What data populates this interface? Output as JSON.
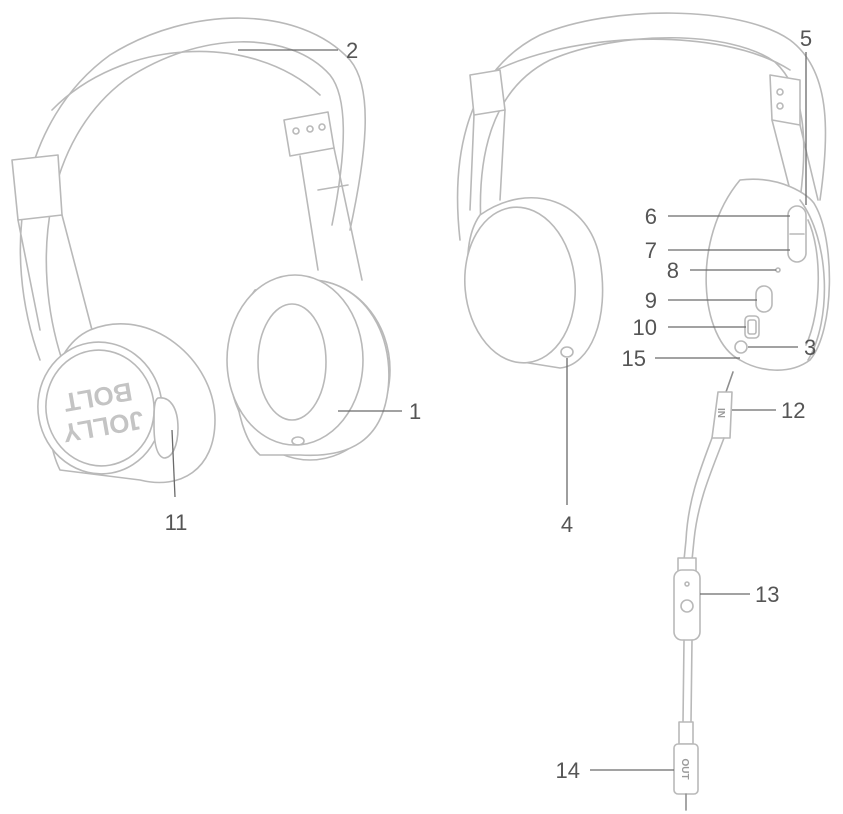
{
  "figure": {
    "logo_text_line1": "JOLLY",
    "logo_text_line2": "BOLT",
    "plug_in_text": "IN",
    "plug_out_text": "OUT"
  },
  "callouts": [
    {
      "id": "1",
      "label": "1"
    },
    {
      "id": "2",
      "label": "2"
    },
    {
      "id": "3",
      "label": "3"
    },
    {
      "id": "4",
      "label": "4"
    },
    {
      "id": "5",
      "label": "5"
    },
    {
      "id": "6",
      "label": "6"
    },
    {
      "id": "7",
      "label": "7"
    },
    {
      "id": "8",
      "label": "8"
    },
    {
      "id": "9",
      "label": "9"
    },
    {
      "id": "10",
      "label": "10"
    },
    {
      "id": "11",
      "label": "11"
    },
    {
      "id": "12",
      "label": "12"
    },
    {
      "id": "13",
      "label": "13"
    },
    {
      "id": "14",
      "label": "14"
    },
    {
      "id": "15",
      "label": "15"
    }
  ]
}
